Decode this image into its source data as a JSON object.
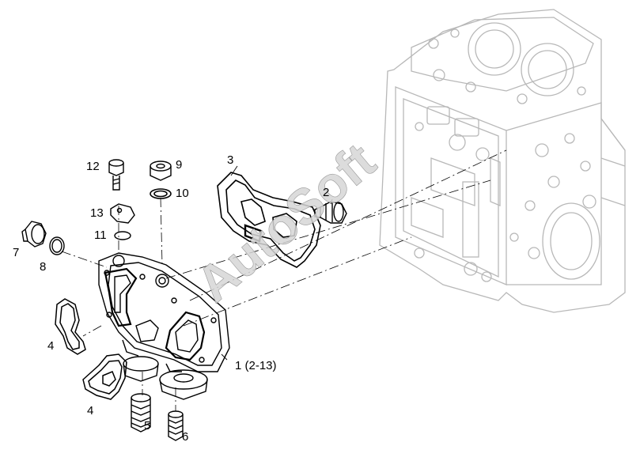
{
  "colors": {
    "line": "#000000",
    "light_line": "#b8b8b8",
    "watermark": "#d6d6d6",
    "background": "#ffffff"
  },
  "watermark": "AutoSoft",
  "callouts": {
    "c1": "1 (2-13)",
    "c2": "2",
    "c3": "3",
    "c4a": "4",
    "c4b": "4",
    "c5": "5",
    "c6": "6",
    "c7": "7",
    "c8": "8",
    "c9": "9",
    "c10": "10",
    "c11": "11",
    "c12": "12",
    "c13": "13"
  }
}
